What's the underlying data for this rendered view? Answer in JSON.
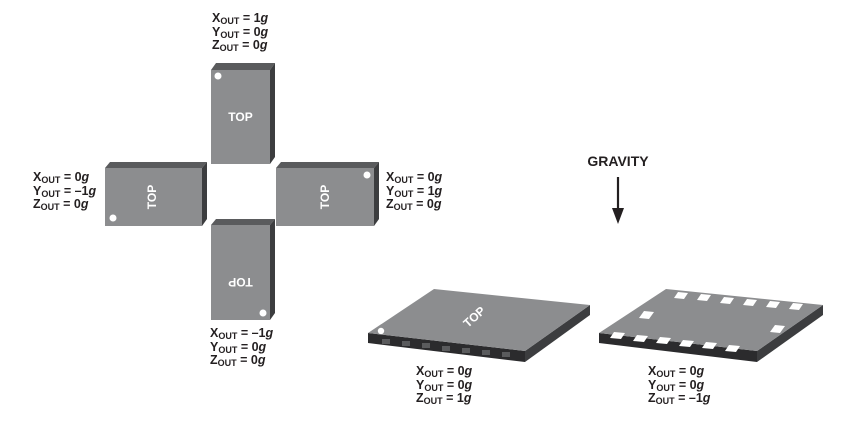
{
  "colors": {
    "package_face": "#8c8d8f",
    "package_side": "#5a5b5d",
    "package_edge": "#3c3d3f",
    "pad": "#ffffff",
    "pin": "#2b2b2d",
    "text": "#231f20"
  },
  "labels": {
    "top": "TOP",
    "gravity": "GRAVITY"
  },
  "orientations": {
    "up": {
      "x_var": "X",
      "x_sub": "OUT",
      "x_val": "1",
      "y_var": "Y",
      "y_sub": "OUT",
      "y_val": "0",
      "z_var": "Z",
      "z_sub": "OUT",
      "z_val": "0",
      "unit": "g"
    },
    "left": {
      "x_var": "X",
      "x_sub": "OUT",
      "x_val": "0",
      "y_var": "Y",
      "y_sub": "OUT",
      "y_val": "–1",
      "z_var": "Z",
      "z_sub": "OUT",
      "z_val": "0",
      "unit": "g"
    },
    "right": {
      "x_var": "X",
      "x_sub": "OUT",
      "x_val": "0",
      "y_var": "Y",
      "y_sub": "OUT",
      "y_val": "1",
      "z_var": "Z",
      "z_sub": "OUT",
      "z_val": "0",
      "unit": "g"
    },
    "down": {
      "x_var": "X",
      "x_sub": "OUT",
      "x_val": "–1",
      "y_var": "Y",
      "y_sub": "OUT",
      "y_val": "0",
      "z_var": "Z",
      "z_sub": "OUT",
      "z_val": "0",
      "unit": "g"
    },
    "flat_top": {
      "x_var": "X",
      "x_sub": "OUT",
      "x_val": "0",
      "y_var": "Y",
      "y_sub": "OUT",
      "y_val": "0",
      "z_var": "Z",
      "z_sub": "OUT",
      "z_val": "1",
      "unit": "g"
    },
    "flat_bottom": {
      "x_var": "X",
      "x_sub": "OUT",
      "x_val": "0",
      "y_var": "Y",
      "y_sub": "OUT",
      "y_val": "0",
      "z_var": "Z",
      "z_sub": "OUT",
      "z_val": "–1",
      "unit": "g"
    }
  }
}
